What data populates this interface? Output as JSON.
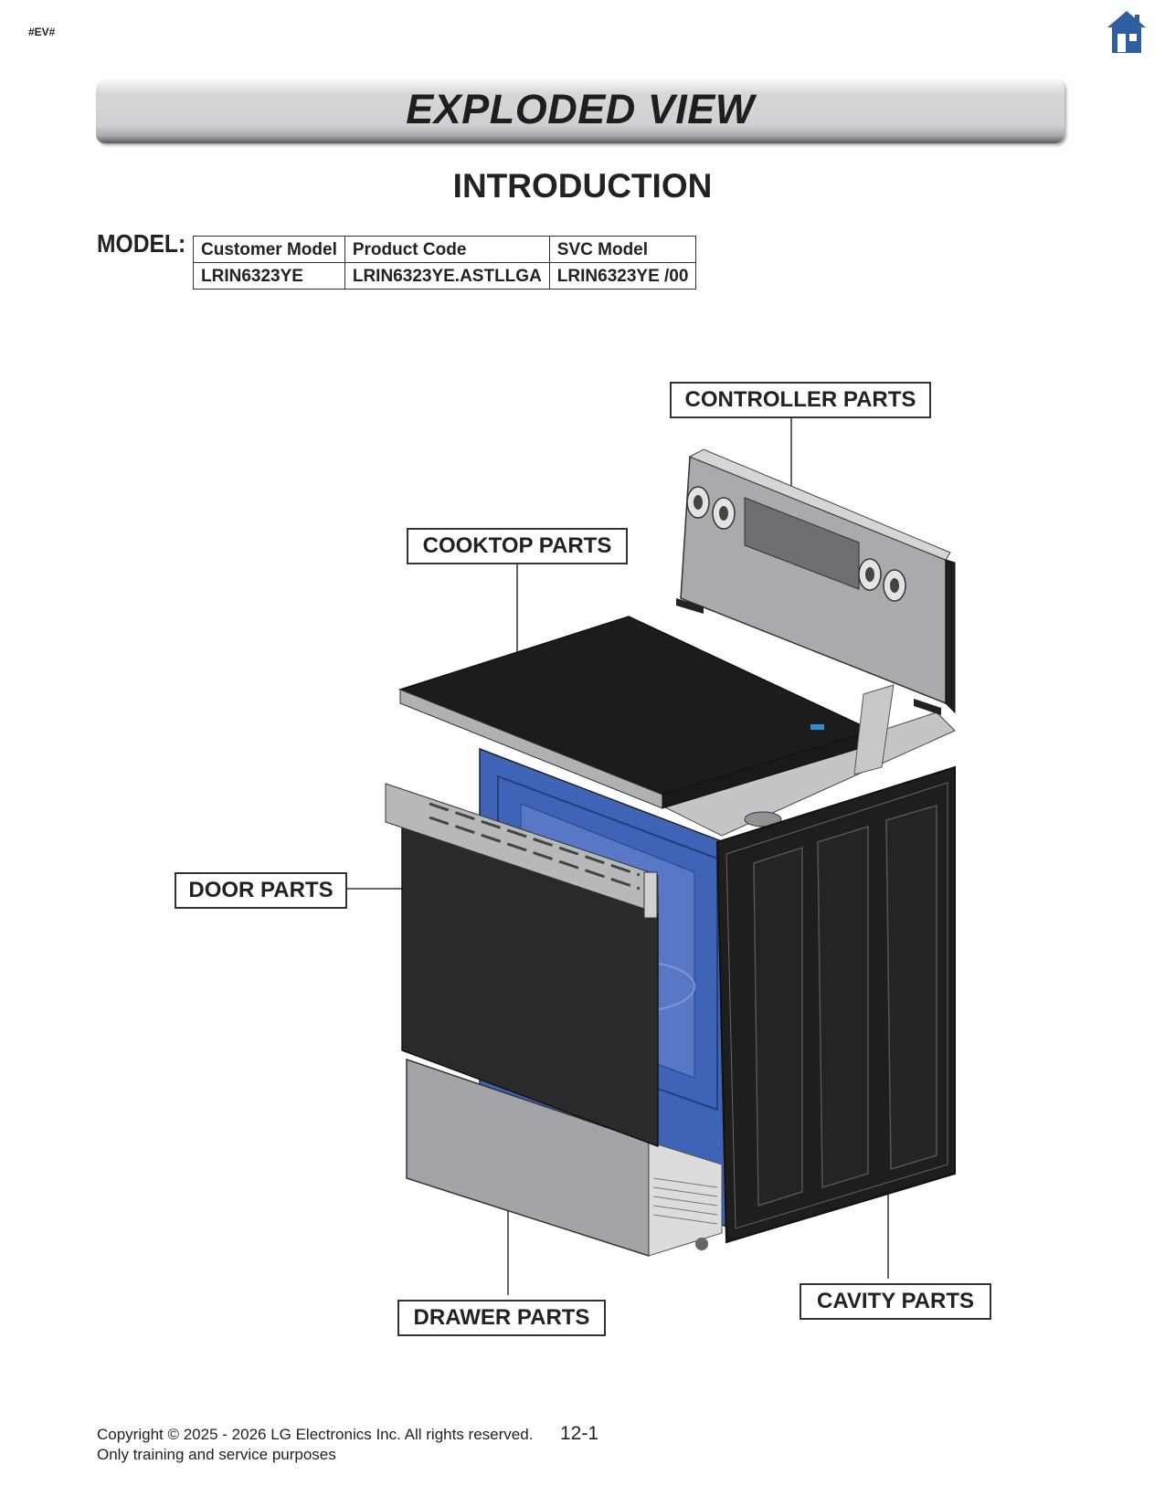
{
  "page_tag": "#EV#",
  "home_icon": "home-icon",
  "banner_title": "EXPLODED VIEW",
  "section_title": "INTRODUCTION",
  "model": {
    "label": "MODEL:",
    "headers": [
      "Customer Model",
      "Product Code",
      "SVC Model"
    ],
    "values": [
      "LRIN6323YE",
      "LRIN6323YE.ASTLLGA",
      "LRIN6323YE  /00"
    ]
  },
  "callouts": {
    "controller": "CONTROLLER PARTS",
    "cooktop": "COOKTOP PARTS",
    "door": "DOOR PARTS",
    "drawer": "DRAWER PARTS",
    "cavity": "CAVITY PARTS"
  },
  "footer": {
    "copyright": "Copyright © 2025 - 2026 LG Electronics Inc. All rights reserved.",
    "note": "Only training and service purposes",
    "page": "12-1"
  },
  "colors": {
    "home_icon": "#2f5fa0",
    "cavity_liner": "#3d63b8",
    "glass": "#1c1c1c",
    "steel": "#a9a9ab"
  }
}
